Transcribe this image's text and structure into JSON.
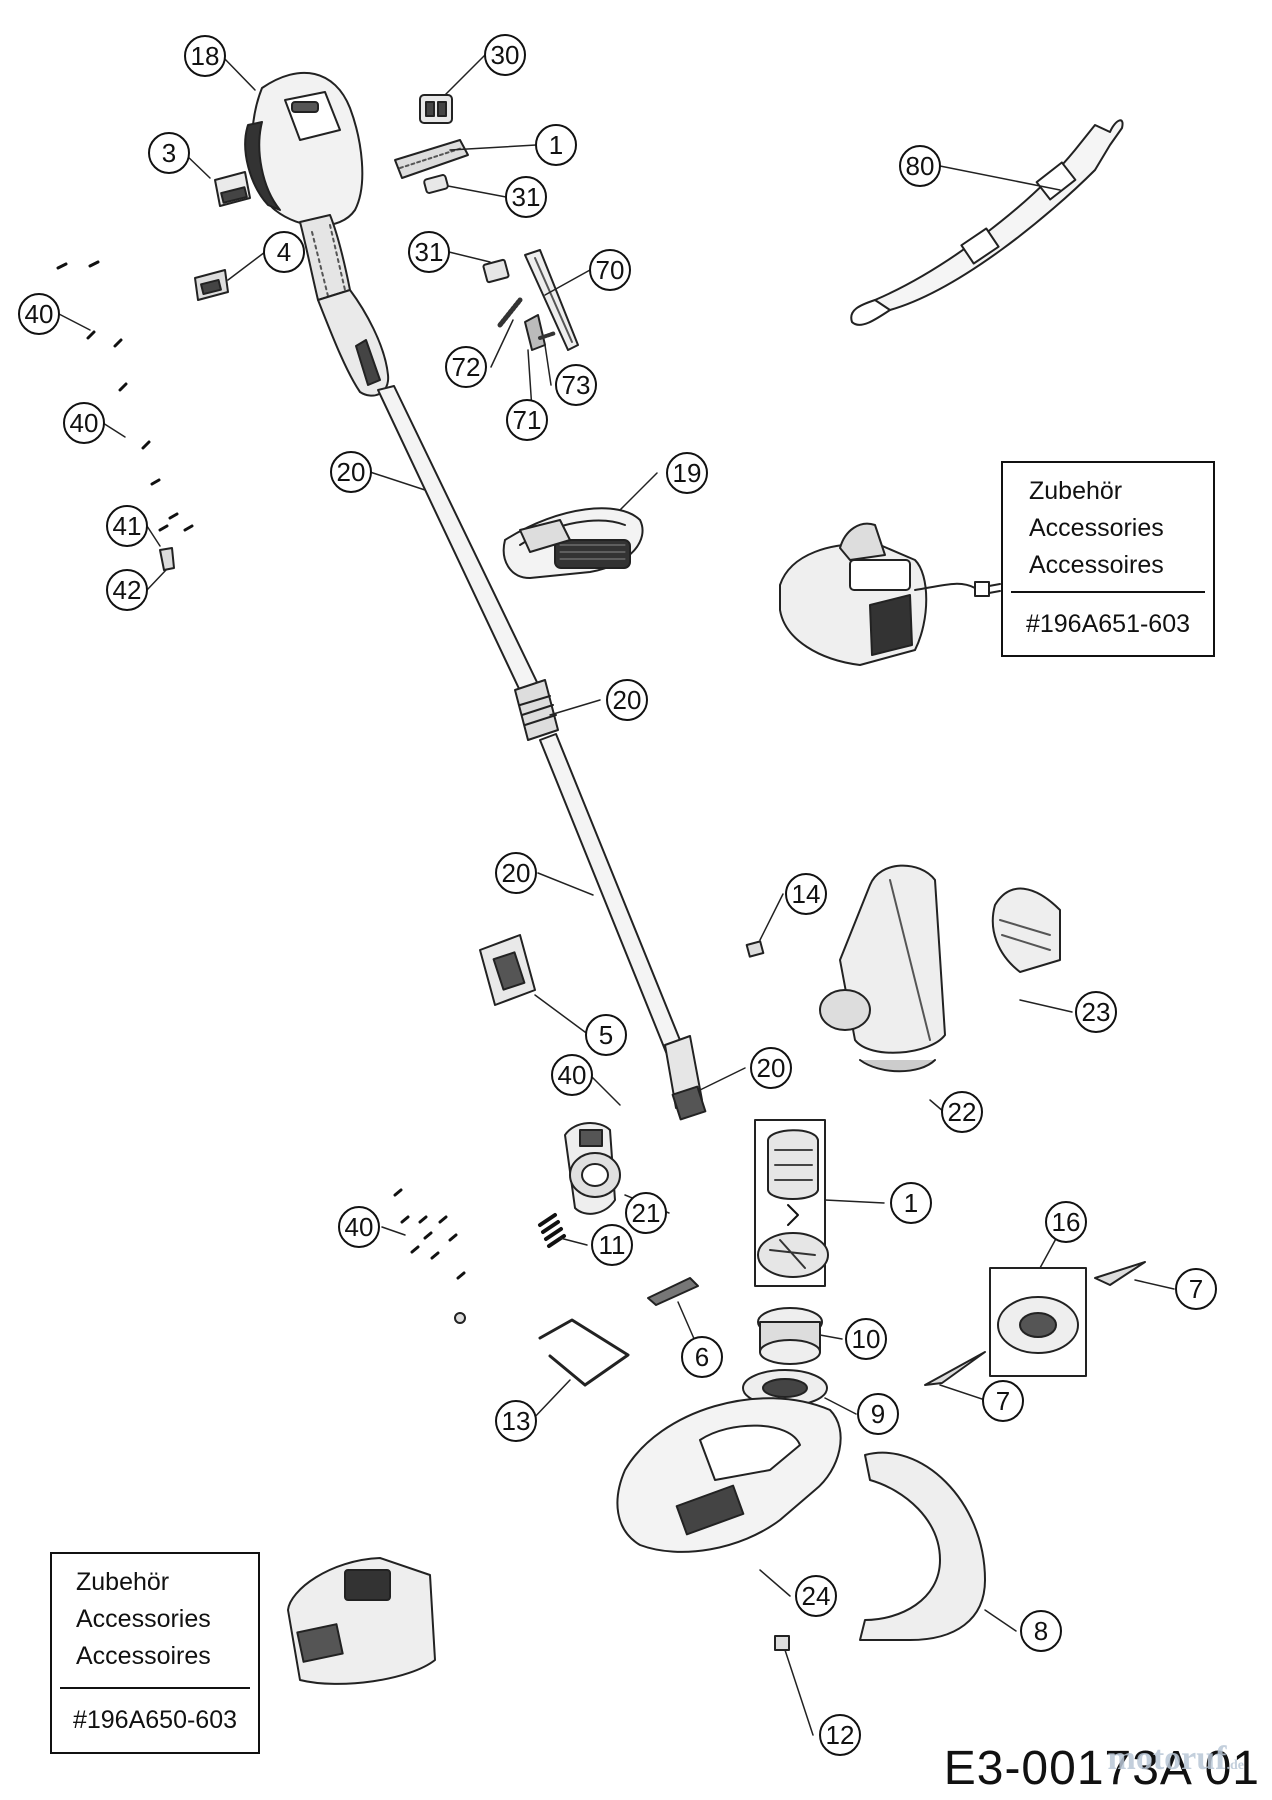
{
  "callouts": [
    "18",
    "30",
    "1",
    "3",
    "31",
    "80",
    "4",
    "31",
    "70",
    "40",
    "72",
    "73",
    "71",
    "40",
    "20",
    "19",
    "41",
    "42",
    "20",
    "20",
    "14",
    "23",
    "5",
    "20",
    "22",
    "40",
    "1",
    "21",
    "40",
    "11",
    "16",
    "7",
    "6",
    "10",
    "7",
    "9",
    "13",
    "24",
    "8",
    "12"
  ],
  "accessory_boxes": [
    {
      "lines": [
        "Zubehör",
        "Accessories",
        "Accessoires"
      ],
      "part_number": "#196A651-603"
    },
    {
      "lines": [
        "Zubehör",
        "Accessories",
        "Accessoires"
      ],
      "part_number": "#196A650-603"
    }
  ],
  "drawing_code": "E3-00173A 01",
  "watermark": {
    "brand": "motoruf",
    "tld": ".de"
  }
}
